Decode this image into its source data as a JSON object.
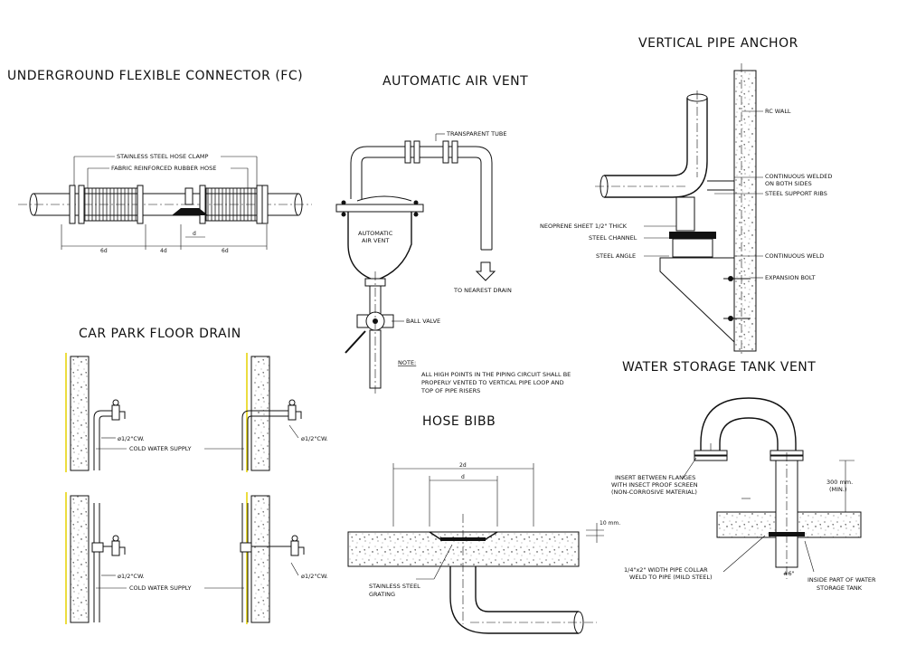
{
  "titles": {
    "fc": "UNDERGROUND FLEXIBLE CONNECTOR (FC)",
    "air_vent": "AUTOMATIC AIR VENT",
    "pipe_anchor": "VERTICAL PIPE ANCHOR",
    "floor_drain": "CAR PARK FLOOR DRAIN",
    "hose_bibb": "HOSE BIBB",
    "tank_vent": "WATER STORAGE TANK VENT"
  },
  "fc": {
    "clamp_label": "STAINLESS STEEL HOSE CLAMP",
    "hose_label": "FABRIC REINFORCED RUBBER HOSE",
    "dim_left": "6d",
    "dim_mid": "4d",
    "dim_right": "6d",
    "dim_small": "d"
  },
  "air_vent": {
    "tube_label": "TRANSPARENT TUBE",
    "body_label_1": "AUTOMATIC",
    "body_label_2": "AIR VENT",
    "drain_label": "TO NEAREST DRAIN",
    "valve_label": "BALL VALVE",
    "note_heading": "NOTE:",
    "note_line_1": "ALL HIGH POINTS IN THE PIPING CIRCUIT SHALL BE",
    "note_line_2": "PROPERLY VENTED TO VERTICAL PIPE LOOP AND",
    "note_line_3": "TOP OF PIPE RISERS"
  },
  "pipe_anchor": {
    "rc_wall": "RC WALL",
    "welded_1": "CONTINUOUS WELDED",
    "welded_2": "ON BOTH SIDES",
    "ribs": "STEEL SUPPORT RIBS",
    "neoprene": "NEOPRENE SHEET 1/2\" THICK",
    "channel": "STEEL CHANNEL",
    "angle": "STEEL ANGLE",
    "cont_weld": "CONTINUOUS WELD",
    "bolt": "EXPANSION BOLT"
  },
  "floor_drain": {
    "size_1": "ø1/2\"CW.",
    "size_2": "ø1/2\"CW.",
    "size_3": "ø1/2\"CW.",
    "size_4": "ø1/2\"CW.",
    "supply_1": "COLD WATER SUPPLY",
    "supply_2": "COLD WATER SUPPLY"
  },
  "hose_bibb": {
    "dim_2d": "2d",
    "dim_d": "d",
    "dim_10mm": "10 mm.",
    "grating_1": "STAINLESS STEEL",
    "grating_2": "GRATING"
  },
  "tank_vent": {
    "insert_1": "INSERT BETWEEN FLANGES",
    "insert_2": "WITH INSECT PROOF SCREEN",
    "insert_3": "(NON-CORROSIVE MATERIAL)",
    "dim_300": "300 mm.",
    "dim_min": "(MIN.)",
    "collar_1": "1/4\"x2\" WIDTH PIPE COLLAR",
    "collar_2": "WELD TO PIPE (MILD STEEL)",
    "size": "#6\"",
    "inside_1": "INSIDE PART OF WATER",
    "inside_2": "STORAGE TANK"
  }
}
